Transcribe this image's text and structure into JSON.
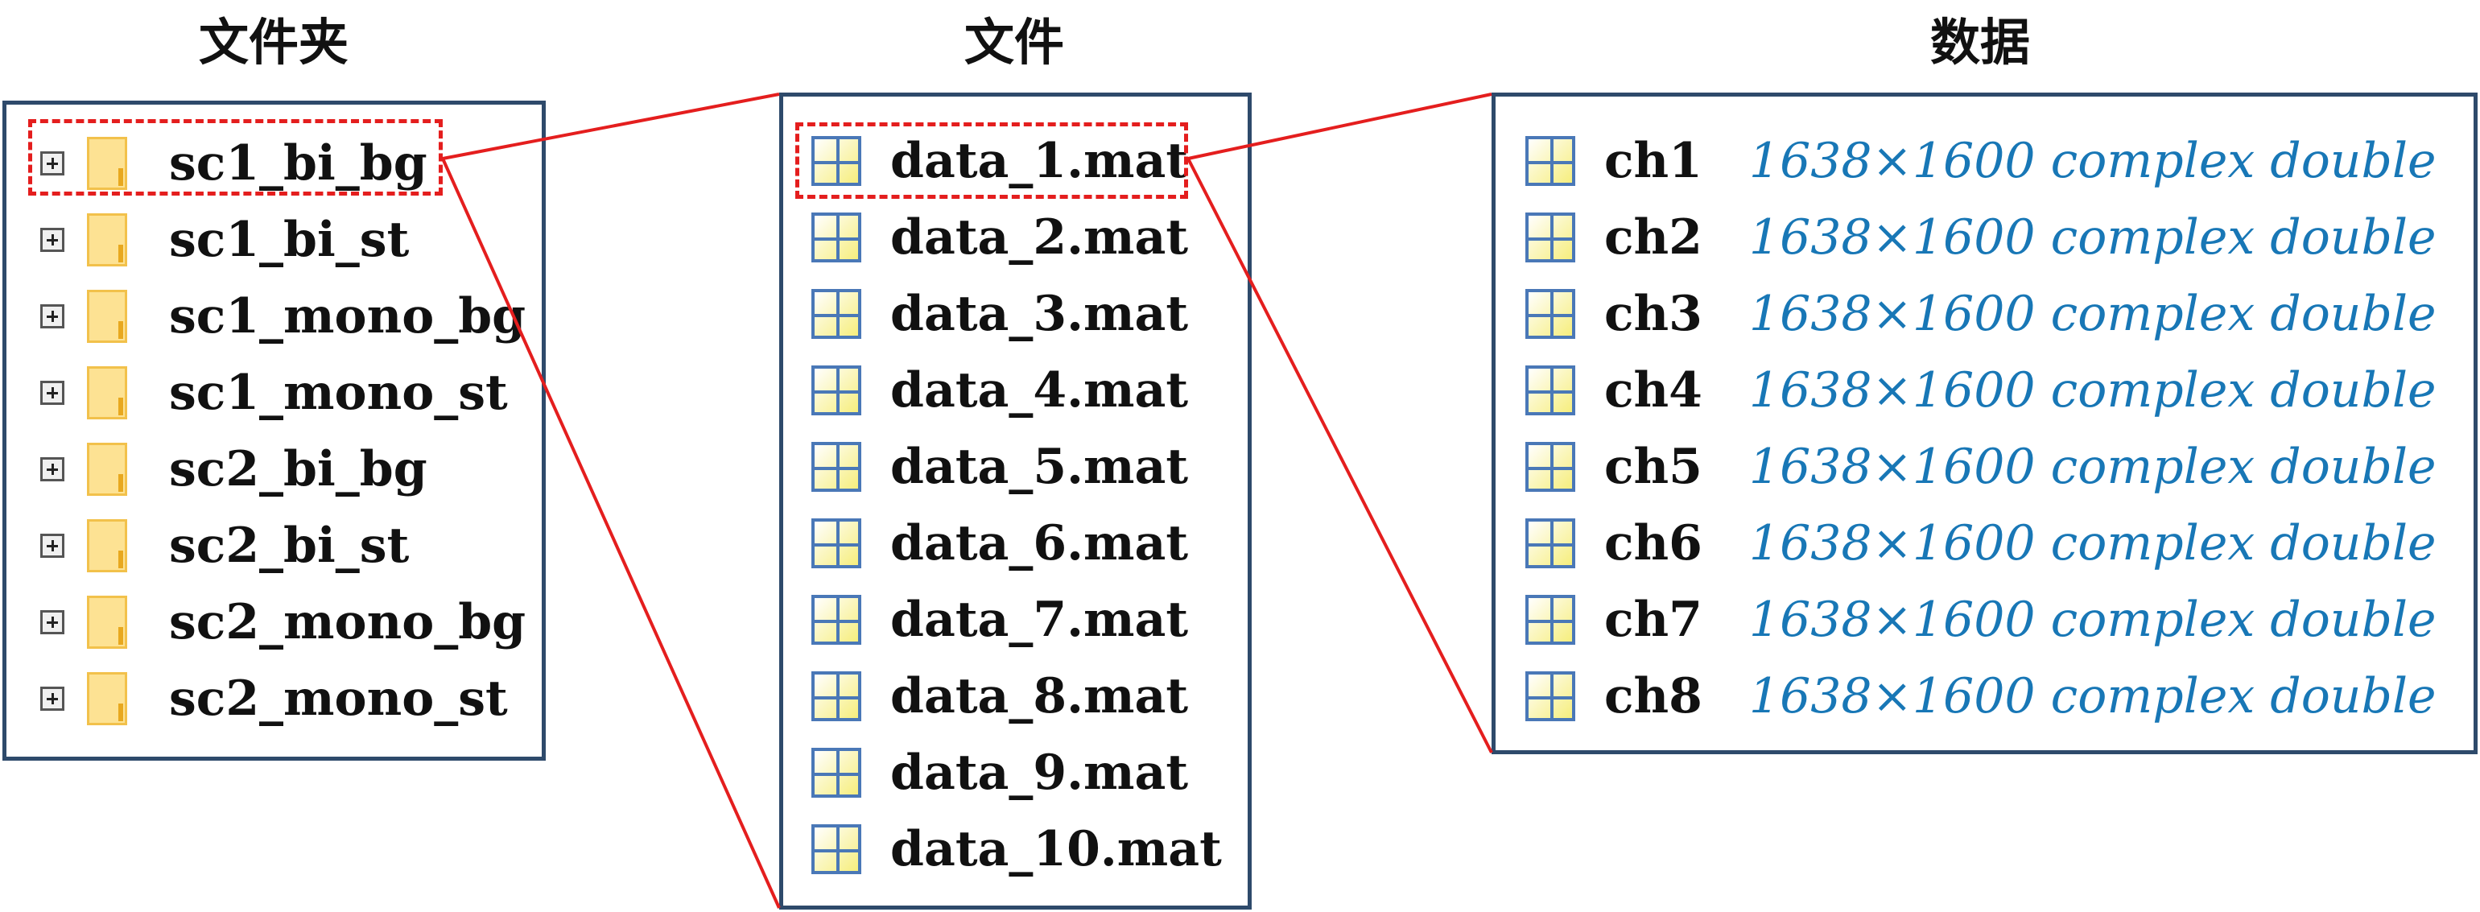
{
  "headings": {
    "folders": "文件夹",
    "files": "文件",
    "data": "数据"
  },
  "folders": [
    {
      "label": "sc1_bi_bg",
      "selected": true
    },
    {
      "label": "sc1_bi_st"
    },
    {
      "label": "sc1_mono_bg"
    },
    {
      "label": "sc1_mono_st"
    },
    {
      "label": "sc2_bi_bg"
    },
    {
      "label": "sc2_bi_st"
    },
    {
      "label": "sc2_mono_bg"
    },
    {
      "label": "sc2_mono_st"
    }
  ],
  "files": [
    {
      "label": "data_1.mat",
      "selected": true
    },
    {
      "label": "data_2.mat"
    },
    {
      "label": "data_3.mat"
    },
    {
      "label": "data_4.mat"
    },
    {
      "label": "data_5.mat"
    },
    {
      "label": "data_6.mat"
    },
    {
      "label": "data_7.mat"
    },
    {
      "label": "data_8.mat"
    },
    {
      "label": "data_9.mat"
    },
    {
      "label": "data_10.mat"
    }
  ],
  "variables": [
    {
      "name": "ch1",
      "type": "1638×1600 complex double"
    },
    {
      "name": "ch2",
      "type": "1638×1600 complex double"
    },
    {
      "name": "ch3",
      "type": "1638×1600 complex double"
    },
    {
      "name": "ch4",
      "type": "1638×1600 complex double"
    },
    {
      "name": "ch5",
      "type": "1638×1600 complex double"
    },
    {
      "name": "ch6",
      "type": "1638×1600 complex double"
    },
    {
      "name": "ch7",
      "type": "1638×1600 complex double"
    },
    {
      "name": "ch8",
      "type": "1638×1600 complex double"
    }
  ],
  "colors": {
    "panel_border": "#2e4a6b",
    "highlight": "#e41e1e",
    "type_text": "#1877b6",
    "folder_fill": "#fde293"
  }
}
